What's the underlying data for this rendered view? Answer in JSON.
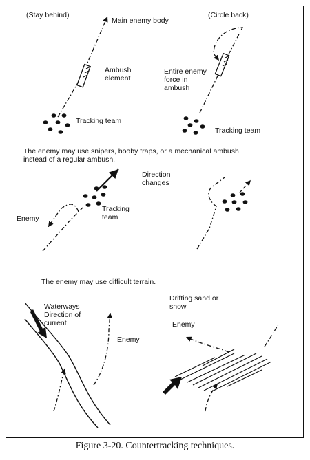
{
  "panel1": {
    "title_left": "(Stay behind)",
    "title_right": "(Circle back)",
    "main_enemy_body": "Main enemy body",
    "ambush_element_l1": "Ambush",
    "ambush_element_l2": "element",
    "entire_force_l1": "Entire enemy",
    "entire_force_l2": "force in",
    "entire_force_l3": "ambush",
    "tracking_team_left": "Tracking team",
    "tracking_team_right": "Tracking team"
  },
  "panel2": {
    "note_l1": "The enemy may use snipers, booby traps, or a mechanical ambush",
    "note_l2": "instead of a regular ambush.",
    "direction_l1": "Direction",
    "direction_l2": "changes",
    "enemy": "Enemy",
    "tracking_l1": "Tracking",
    "tracking_l2": "team"
  },
  "panel3": {
    "note": "The enemy may use difficult terrain.",
    "waterways_l1": "Waterways",
    "waterways_l2": "Direction of",
    "waterways_l3": "current",
    "enemy_left": "Enemy",
    "drifting_l1": "Drifting sand or",
    "drifting_l2": "snow",
    "enemy_right": "Enemy"
  },
  "caption": "Figure 3-20. Countertracking techniques."
}
